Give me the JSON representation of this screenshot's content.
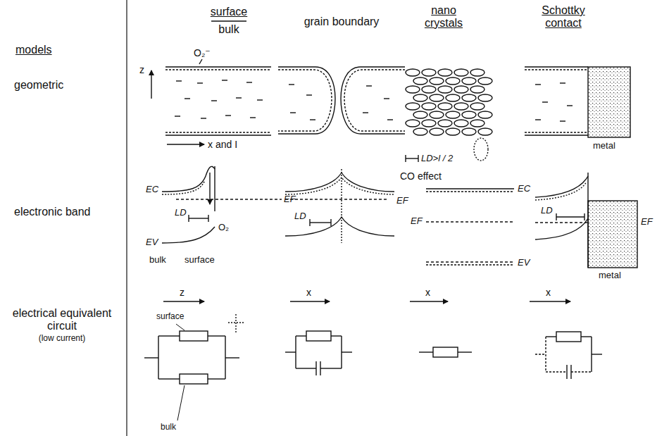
{
  "diagram": {
    "labels": [
      "models",
      "surface",
      "bulk",
      "grain boundary",
      "nano crystals",
      "Schottky contact",
      "geometric",
      "O₂⁻",
      "z",
      "x and I",
      "LD>l / 2",
      "metal",
      "electronic band",
      "EC",
      "EF",
      "LD",
      "O₂",
      "EV",
      "bulk",
      "surface",
      "CO effect",
      "EF",
      "LD",
      "EC",
      "EF",
      "EV",
      "EF",
      "LD",
      "metal",
      "z",
      "x",
      "x",
      "x",
      "electrical equivalent circuit",
      "(low current)",
      "surface",
      "bulk"
    ]
  }
}
